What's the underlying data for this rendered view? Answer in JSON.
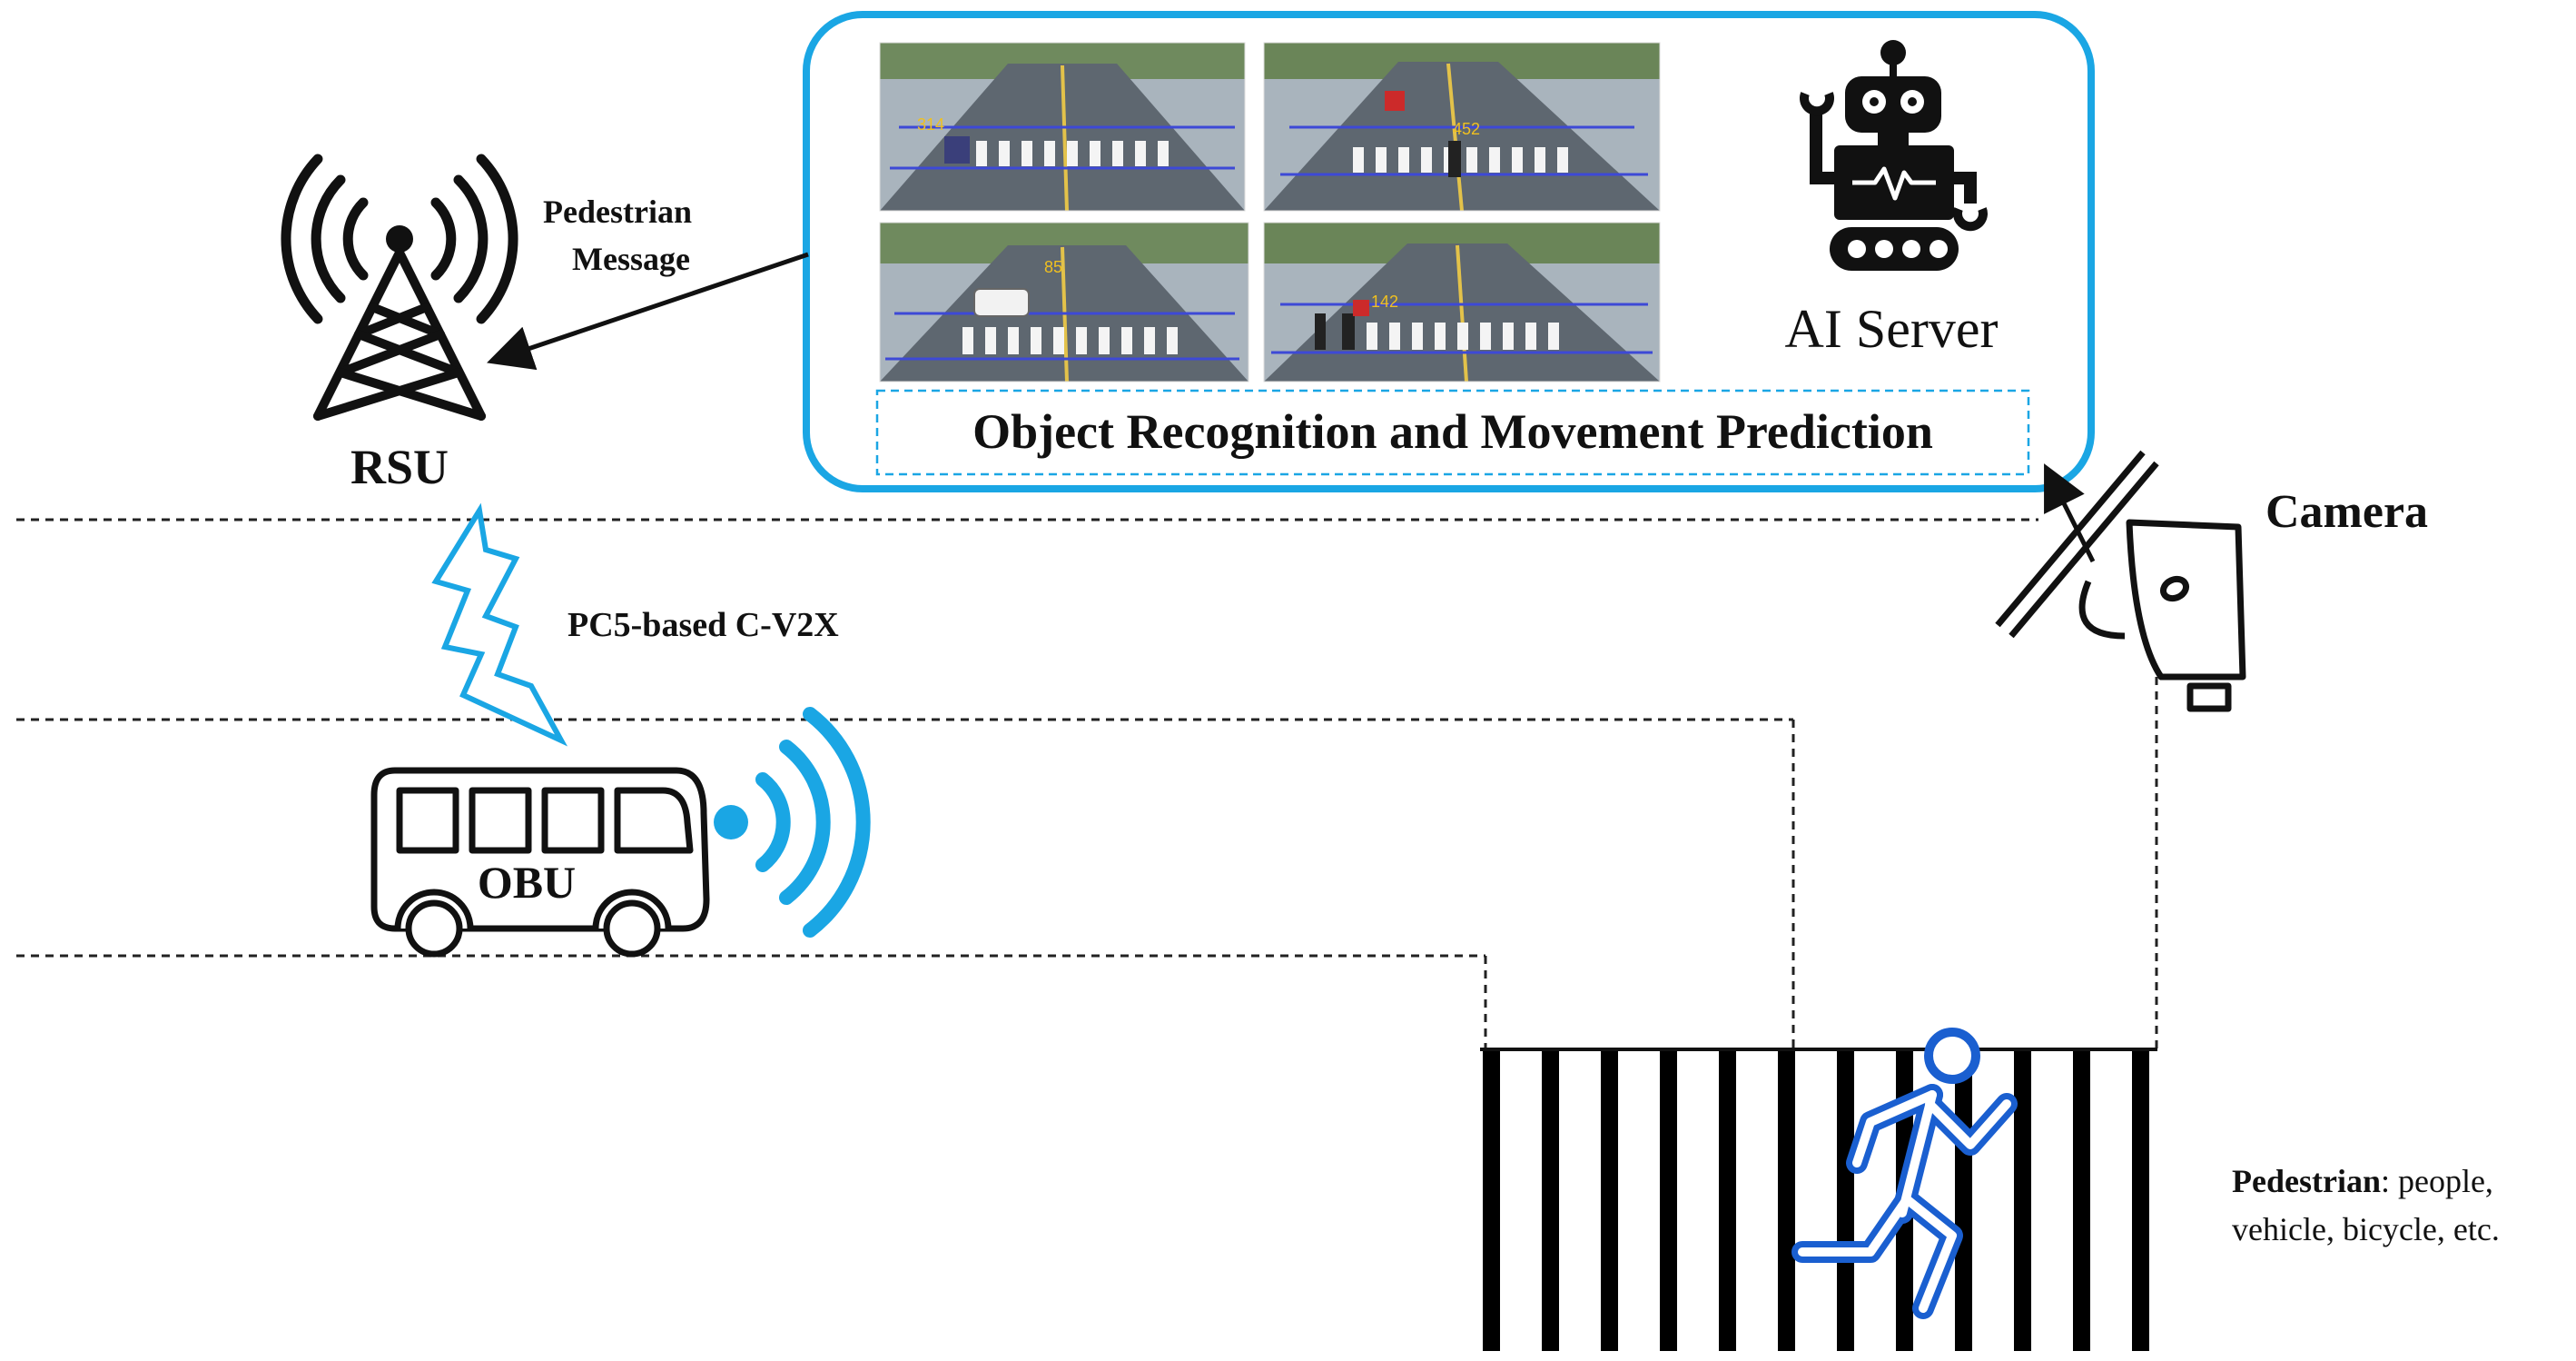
{
  "labels": {
    "rsu": "RSU",
    "obu": "OBU",
    "camera": "Camera",
    "ai_server": "AI Server",
    "banner": "Object Recognition and Movement Prediction",
    "message_line1": "Pedestrian",
    "message_line2": "Message",
    "link": "PC5-based C-V2X",
    "pedestrian_bold": "Pedestrian",
    "pedestrian_rest": ": people,",
    "pedestrian_line2": "vehicle, bicycle, etc."
  },
  "camera_overlay": [
    [
      "314"
    ],
    [
      "452"
    ],
    [
      "85"
    ],
    [
      "142"
    ]
  ],
  "colors": {
    "accent_blue": "#1aa6e4",
    "text": "#111111",
    "line": "#222222"
  },
  "icons": [
    "antenna-tower-icon",
    "lightning-bolt-icon",
    "bus-icon",
    "wireless-signal-icon",
    "robot-icon",
    "cctv-camera-icon",
    "running-person-icon",
    "crosswalk-icon"
  ]
}
